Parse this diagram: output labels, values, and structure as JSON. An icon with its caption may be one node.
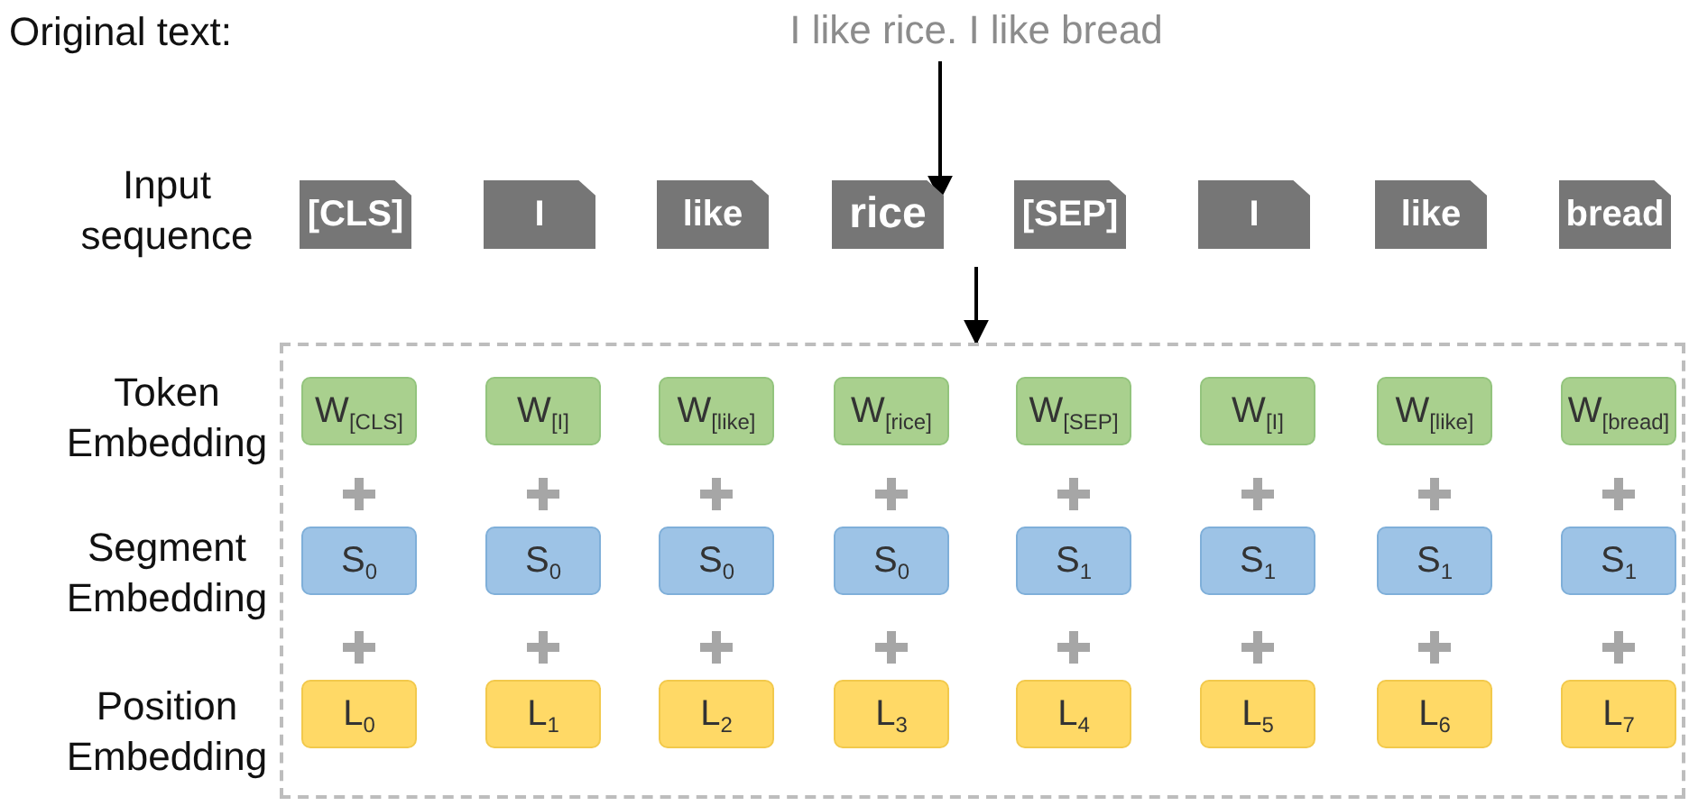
{
  "diagram": {
    "nodes": [
      {
        "text": [
          "I like rice. I like bread"
        ]
      },
      {
        "text": [
          "[CLS]"
        ]
      },
      {
        "text": [
          "I"
        ]
      },
      {
        "text": [
          "like"
        ]
      },
      {
        "text": [
          "rice"
        ]
      },
      {
        "text": [
          "[SEP]"
        ]
      },
      {
        "text": [
          "I"
        ]
      },
      {
        "text": [
          "like"
        ]
      },
      {
        "text": [
          "bread"
        ]
      },
      {
        "text": [],
        "shape": "box"
      },
      {
        "text": [
          "W$_{[CLS]}$"
        ],
        "in": 9
      },
      {
        "text": [
          "W$_{[I]}$"
        ],
        "in": 9
      },
      {
        "text": [
          "W$_{[like]}$"
        ],
        "in": 9
      },
      {
        "text": [
          "W$_{[rice]}$"
        ],
        "in": 9
      },
      {
        "text": [
          "W$_{[SEP]}$"
        ],
        "in": 9
      },
      {
        "text": [
          "W$_{[I]}$"
        ],
        "in": 9
      },
      {
        "text": [
          "W$_{[like]}$"
        ],
        "in": 9
      },
      {
        "text": [
          "W$_{[bread]}$"
        ],
        "in": 9
      },
      {
        "text": [
          "S$_{0}$"
        ],
        "in": 9
      },
      {
        "text": [
          "S$_{0}$"
        ],
        "in": 9
      },
      {
        "text": [
          "S$_{0}$"
        ],
        "in": 9
      },
      {
        "text": [
          "S$_{0}$"
        ],
        "in": 9
      },
      {
        "text": [
          "S$_{1}$"
        ],
        "in": 9
      },
      {
        "text": [
          "S$_{1}$"
        ],
        "in": 9
      },
      {
        "text": [
          "S$_{1}$"
        ],
        "in": 9
      },
      {
        "text": [
          "S$_{1}$"
        ],
        "in": 9
      },
      {
        "text": [
          "L$_{0}$"
        ],
        "in": 9
      },
      {
        "text": [
          "L$_{1}$"
        ],
        "in": 9
      },
      {
        "text": [
          "L$_{2}$"
        ],
        "in": 9
      },
      {
        "text": [
          "L$_{3}$"
        ],
        "in": 9
      },
      {
        "text": [
          "L$_{4}$"
        ],
        "in": 9
      },
      {
        "text": [
          "L$_{5}$"
        ],
        "in": 9
      },
      {
        "text": [
          "L$_{6}$"
        ],
        "in": 9
      },
      {
        "text": [
          "L$_{7}$"
        ],
        "in": 9
      }
    ],
    "edges": [
      {
        "from": 0,
        "to": 4,
        "arrow": "to"
      },
      {
        "from": null,
        "to": 9,
        "arrow": "to"
      }
    ],
    "labels": [
      "Original text:",
      "Input sequence",
      "Token Embedding",
      "Segment Embedding",
      "Position Embedding"
    ]
  }
}
